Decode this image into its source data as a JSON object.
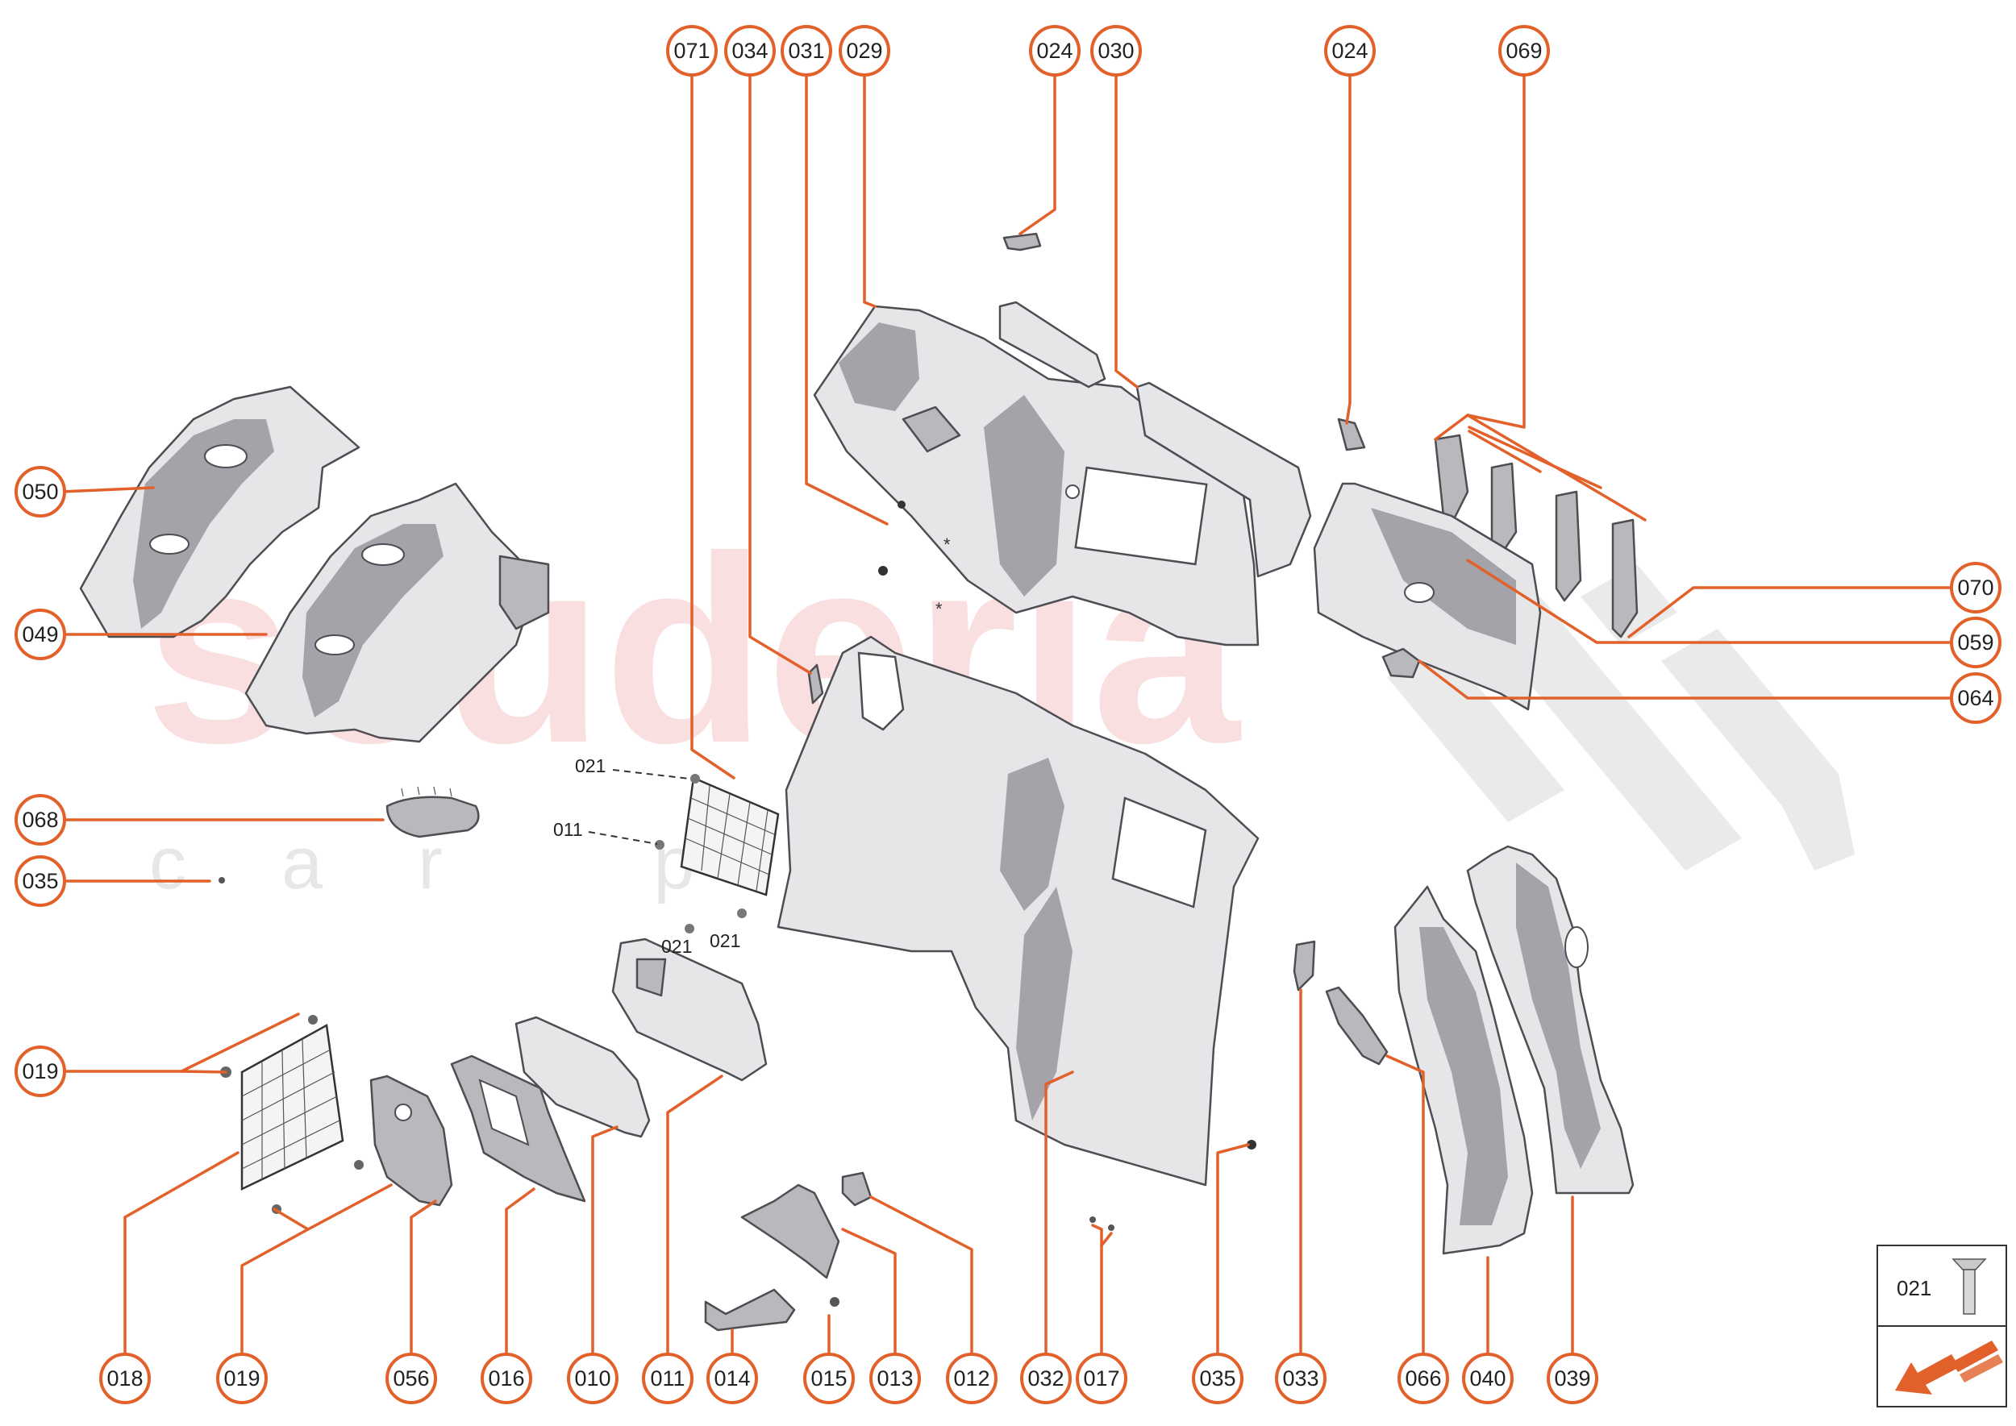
{
  "callouts": [
    "071",
    "034",
    "031",
    "029",
    "024",
    "030",
    "024",
    "069",
    "050",
    "049",
    "070",
    "059",
    "064",
    "068",
    "035",
    "019",
    "018",
    "019",
    "056",
    "016",
    "010",
    "011",
    "014",
    "015",
    "013",
    "012",
    "032",
    "017",
    "035",
    "033",
    "066",
    "040",
    "039"
  ],
  "inline_labels": [
    "021",
    "011",
    "021",
    "021"
  ],
  "watermark": {
    "main": "scuderia",
    "sub": "car parts"
  },
  "legend": {
    "part": "021"
  },
  "colors": {
    "accent": "#e2602a",
    "watermark": "#f6caca"
  }
}
